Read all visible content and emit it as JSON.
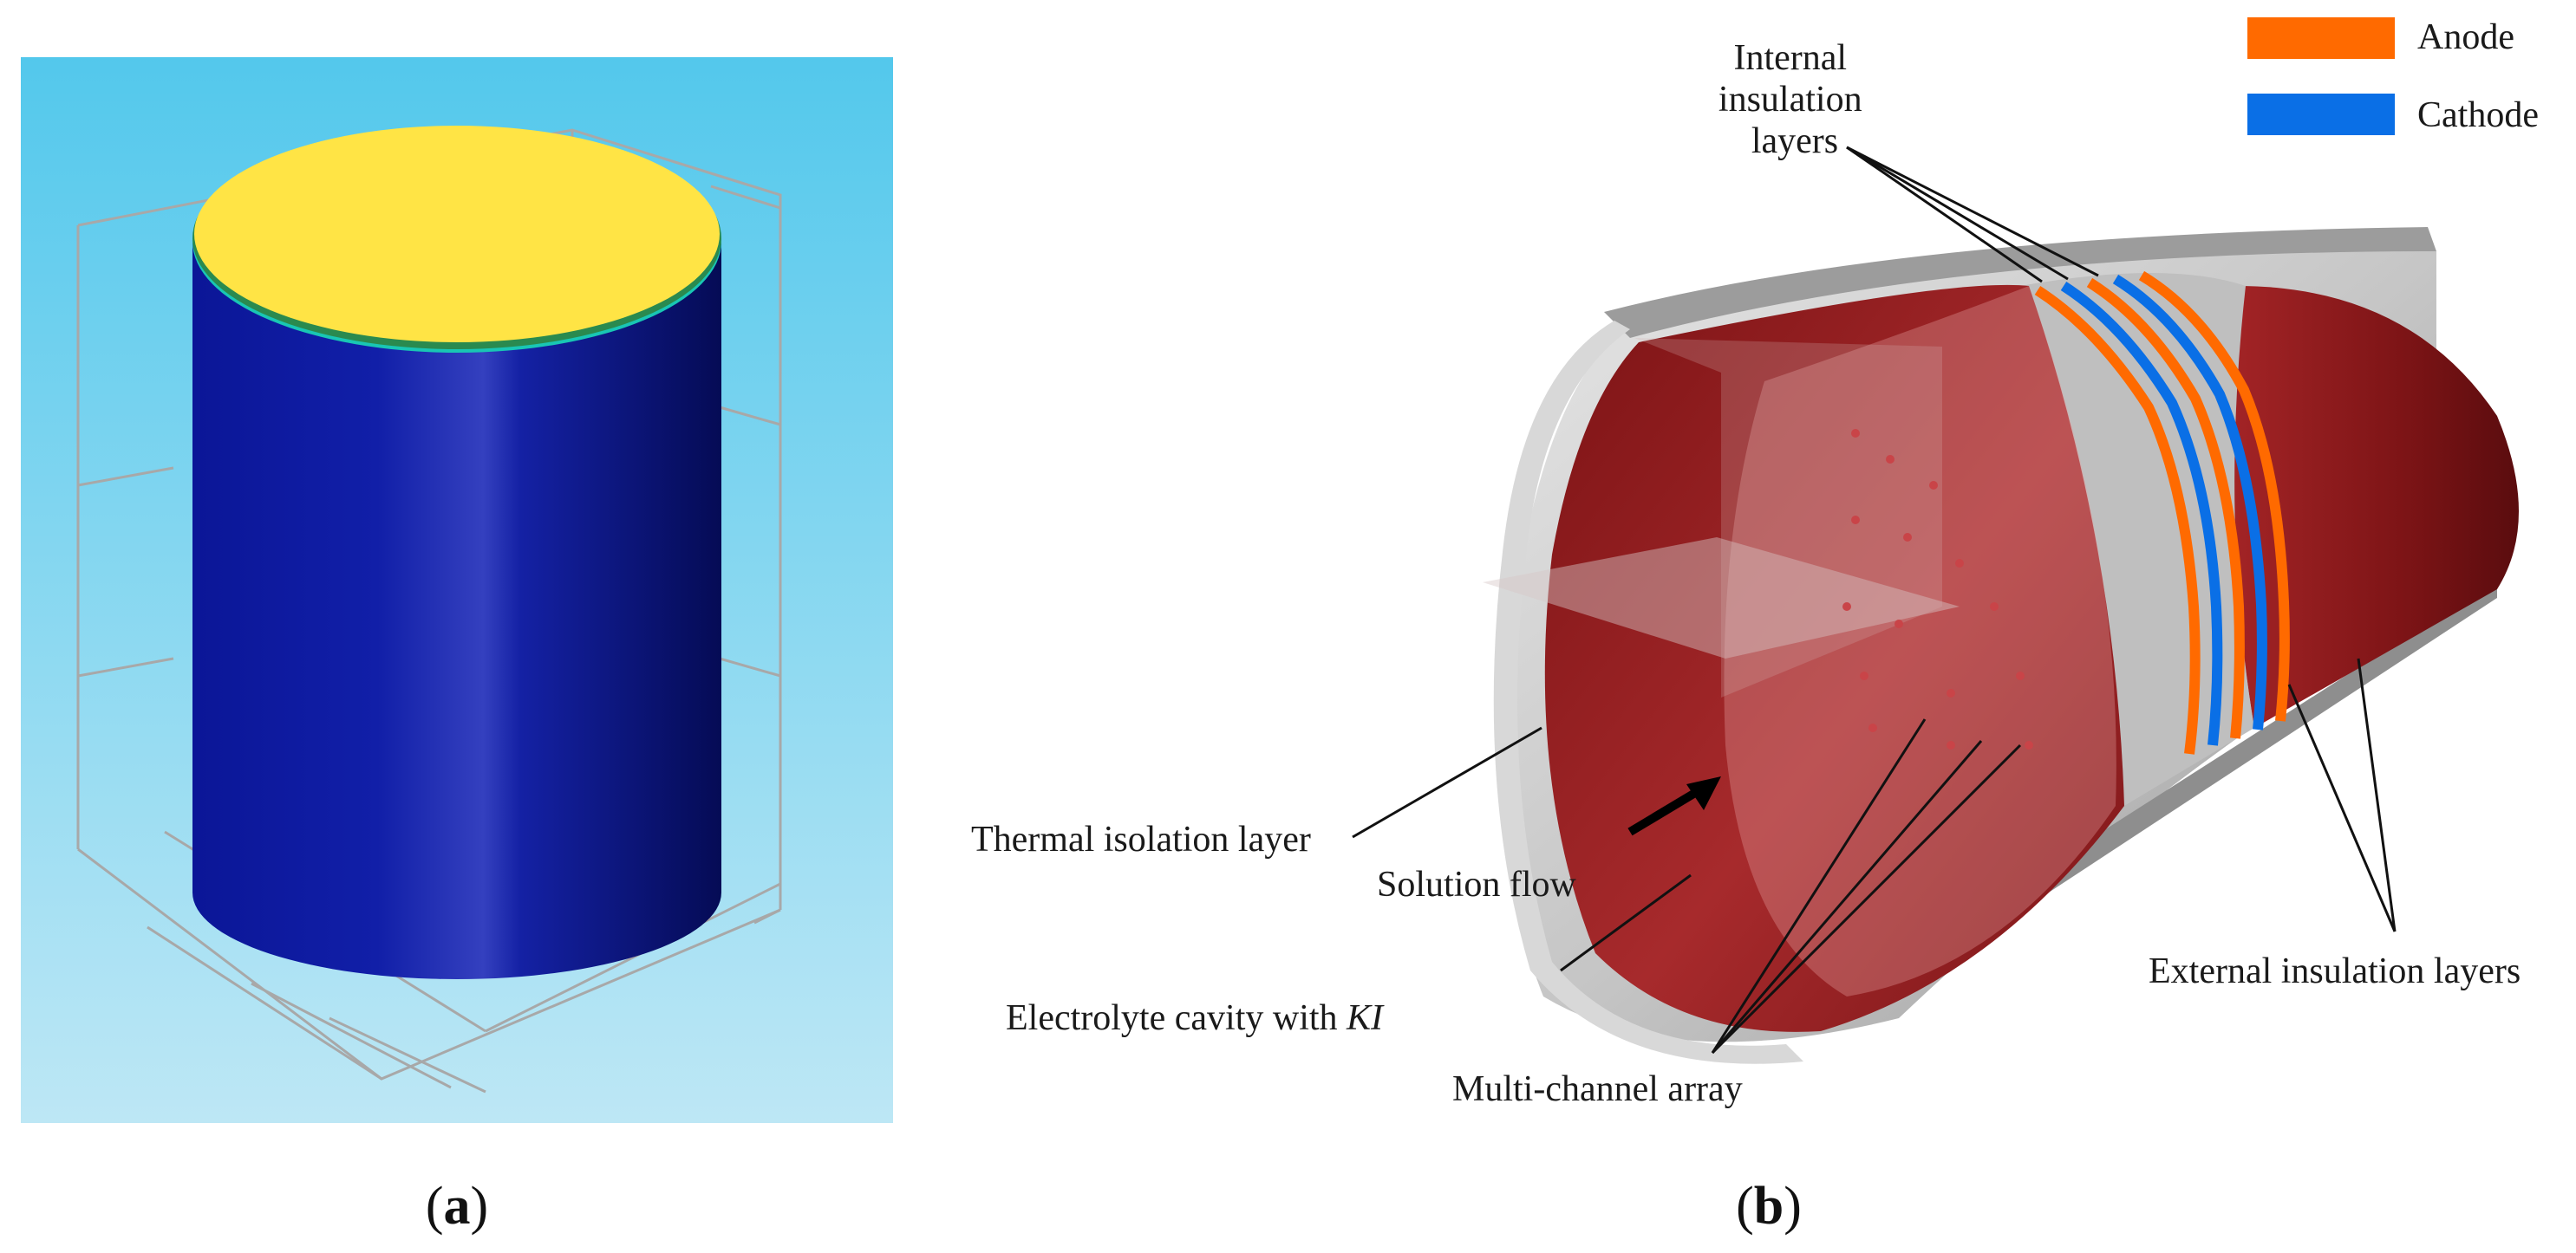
{
  "panel_a": {
    "caption_open": "(",
    "caption_letter": "a",
    "caption_close": ")"
  },
  "panel_b": {
    "caption_open": "(",
    "caption_letter": "b",
    "caption_close": ")",
    "legend": [
      {
        "label": "Anode",
        "color": "#ff6a00"
      },
      {
        "label": "Cathode",
        "color": "#0a6fe6"
      }
    ],
    "labels": {
      "internal_insulation": [
        "Internal",
        "insulation",
        "layers"
      ],
      "thermal_isolation": "Thermal isolation layer",
      "solution_flow": "Solution flow",
      "electrolyte_prefix": "Electrolyte cavity with ",
      "electrolyte_italic": "KI",
      "multi_channel": "Multi-channel array",
      "external_insulation": "External insulation layers"
    }
  },
  "colors": {
    "sim_background_top": "#56c9ec",
    "sim_background_bottom": "#b9e6f5",
    "cylinder_body": "#08107f",
    "cylinder_top": "#ffe445",
    "cavity_red": "#8e1b1d",
    "shell_gray": "#c9c9c9",
    "anode": "#ff6a00",
    "cathode": "#0a6fe6"
  }
}
